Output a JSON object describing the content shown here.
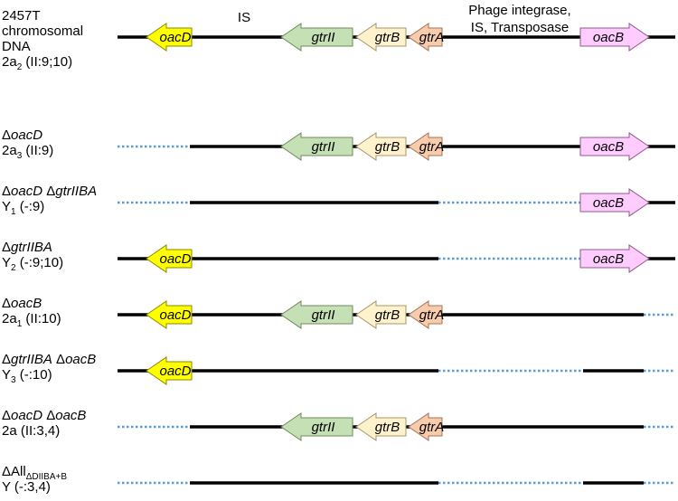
{
  "genes": {
    "oacD": {
      "label": "oacD",
      "fill": "#ffff00",
      "stroke": "#8a8a00"
    },
    "gtrII": {
      "label": "gtrII",
      "fill": "#c5e0b4",
      "stroke": "#6e8a5e"
    },
    "gtrB": {
      "label": "gtrB",
      "fill": "#fff2cc",
      "stroke": "#a8976a"
    },
    "gtrA": {
      "label": "gtrA",
      "fill": "#f8cbad",
      "stroke": "#a27558"
    },
    "oacB": {
      "label": "oacB",
      "fill": "#ffccff",
      "stroke": "#8f5a8f"
    }
  },
  "colors": {
    "line": "#000000",
    "deletion": "#5b9bd5"
  },
  "annotations": {
    "is_label": "IS",
    "phage_line1": "Phage integrase,",
    "phage_line2": "IS, Transposase"
  },
  "rows": [
    {
      "id": "wt",
      "label_lines": [
        [
          {
            "t": "2457T"
          }
        ],
        [
          {
            "t": "chromosomal"
          }
        ],
        [
          {
            "t": "DNA"
          }
        ],
        [
          {
            "t": "2a"
          },
          {
            "t": "2",
            "sub": true
          },
          {
            "t": " (II:9;10)"
          }
        ]
      ],
      "deleted": [],
      "genes": [
        "oacD",
        "gtrII",
        "gtrB",
        "gtrA",
        "oacB"
      ]
    },
    {
      "id": "delta-oacD",
      "label_lines": [
        [
          {
            "t": "Δ"
          },
          {
            "t": "oacD",
            "i": true
          }
        ],
        [
          {
            "t": "2a"
          },
          {
            "t": "3",
            "sub": true
          },
          {
            "t": " (II:9)"
          }
        ]
      ],
      "deleted": [
        "oacD"
      ],
      "genes": [
        "gtrII",
        "gtrB",
        "gtrA",
        "oacB"
      ]
    },
    {
      "id": "delta-oacD-gtrIIBA",
      "label_lines": [
        [
          {
            "t": "Δ"
          },
          {
            "t": "oacD",
            "i": true
          },
          {
            "t": " Δ"
          },
          {
            "t": "gtrIIBA",
            "i": true
          }
        ],
        [
          {
            "t": "Y"
          },
          {
            "t": "1",
            "sub": true
          },
          {
            "t": " (-:9)"
          }
        ]
      ],
      "deleted": [
        "oacD",
        "gtr"
      ],
      "genes": [
        "oacB"
      ]
    },
    {
      "id": "delta-gtrIIBA",
      "label_lines": [
        [
          {
            "t": "Δ"
          },
          {
            "t": "gtrIIBA",
            "i": true
          }
        ],
        [
          {
            "t": "Y"
          },
          {
            "t": "2",
            "sub": true
          },
          {
            "t": " (-:9;10)"
          }
        ]
      ],
      "deleted": [
        "gtr"
      ],
      "genes": [
        "oacD",
        "oacB"
      ]
    },
    {
      "id": "delta-oacB",
      "label_lines": [
        [
          {
            "t": "Δ"
          },
          {
            "t": "oacB",
            "i": true
          }
        ],
        [
          {
            "t": "2a"
          },
          {
            "t": "1",
            "sub": true
          },
          {
            "t": " (II:10)"
          }
        ]
      ],
      "deleted": [
        "oacB"
      ],
      "genes": [
        "oacD",
        "gtrII",
        "gtrB",
        "gtrA"
      ]
    },
    {
      "id": "delta-gtrIIBA-oacB",
      "label_lines": [
        [
          {
            "t": "Δ"
          },
          {
            "t": "gtrIIBA",
            "i": true
          },
          {
            "t": " Δ"
          },
          {
            "t": "oacB",
            "i": true
          }
        ],
        [
          {
            "t": "Y"
          },
          {
            "t": "3",
            "sub": true
          },
          {
            "t": " (-:10)"
          }
        ]
      ],
      "deleted": [
        "gtr",
        "oacB"
      ],
      "genes": [
        "oacD"
      ]
    },
    {
      "id": "delta-oacD-oacB",
      "label_lines": [
        [
          {
            "t": "Δ"
          },
          {
            "t": "oacD",
            "i": true
          },
          {
            "t": " Δ"
          },
          {
            "t": "oacB",
            "i": true
          }
        ],
        [
          {
            "t": "2a (II:3,4)"
          }
        ]
      ],
      "deleted": [
        "oacD",
        "oacB"
      ],
      "genes": [
        "gtrII",
        "gtrB",
        "gtrA"
      ]
    },
    {
      "id": "delta-all",
      "label_lines": [
        [
          {
            "t": "ΔAll"
          },
          {
            "t": "ΔDIIBA+B",
            "sub": true
          }
        ],
        [
          {
            "t": "Y (-:3,4)"
          }
        ]
      ],
      "deleted": [
        "oacD",
        "gtr",
        "oacB"
      ],
      "genes": []
    }
  ]
}
